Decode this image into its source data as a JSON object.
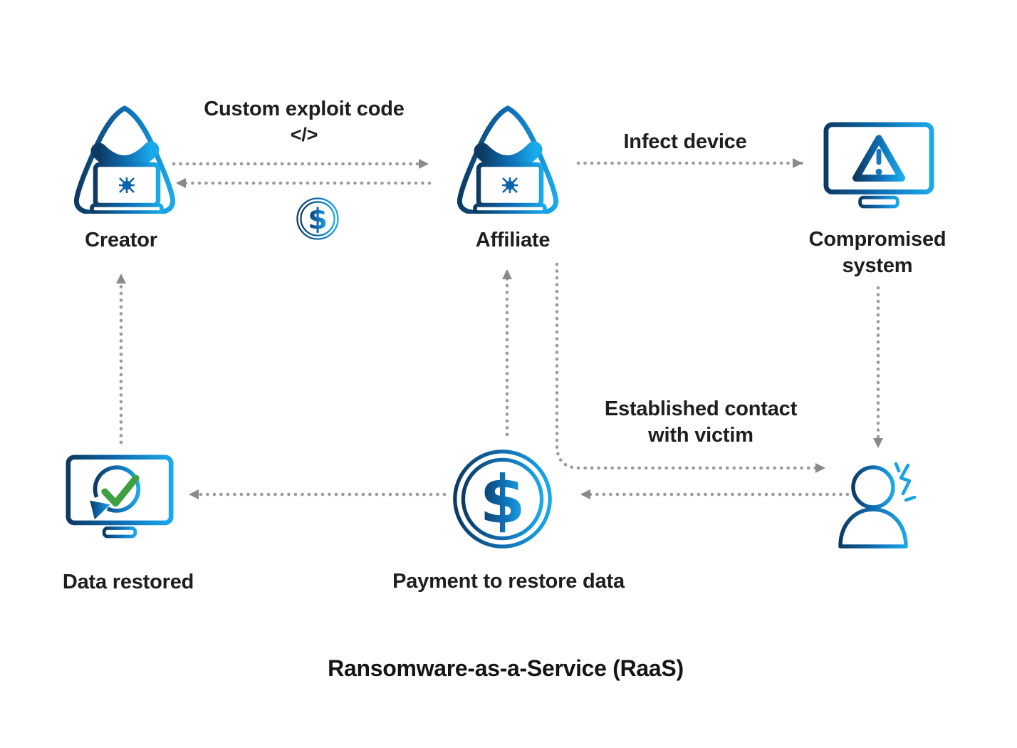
{
  "title": "Ransomware-as-a-Service (RaaS)",
  "nodes": {
    "creator": {
      "label": "Creator",
      "icon": "hooded-hacker-laptop-icon"
    },
    "affiliate": {
      "label": "Affiliate",
      "icon": "hooded-hacker-laptop-icon"
    },
    "compromised_system": {
      "label": "Compromised system",
      "icon": "monitor-warning-icon"
    },
    "victim": {
      "icon": "shocked-person-icon"
    },
    "payment": {
      "label": "Payment to restore data",
      "icon": "dollar-coin-icon"
    },
    "data_restored": {
      "label": "Data restored",
      "icon": "monitor-restore-check-icon"
    }
  },
  "edges": {
    "custom_exploit": {
      "label": "Custom exploit code",
      "code_symbol": "</>"
    },
    "payment_back": {
      "icon": "dollar-coin-icon"
    },
    "infect_device": {
      "label": "Infect device"
    },
    "established_contact": {
      "label": "Established contact with victim"
    }
  },
  "coin": {
    "symbol": "$"
  },
  "colors": {
    "gradient_dark": "#0d3a63",
    "gradient_mid": "#0f72b8",
    "gradient_bright": "#1aa9ea",
    "check_green": "#3da142",
    "shock_blue": "#17a3e8",
    "arrow_dot_gray": "#9b9b9b",
    "arrowhead_gray": "#8a8a8a",
    "text": "#1e1e1e"
  }
}
